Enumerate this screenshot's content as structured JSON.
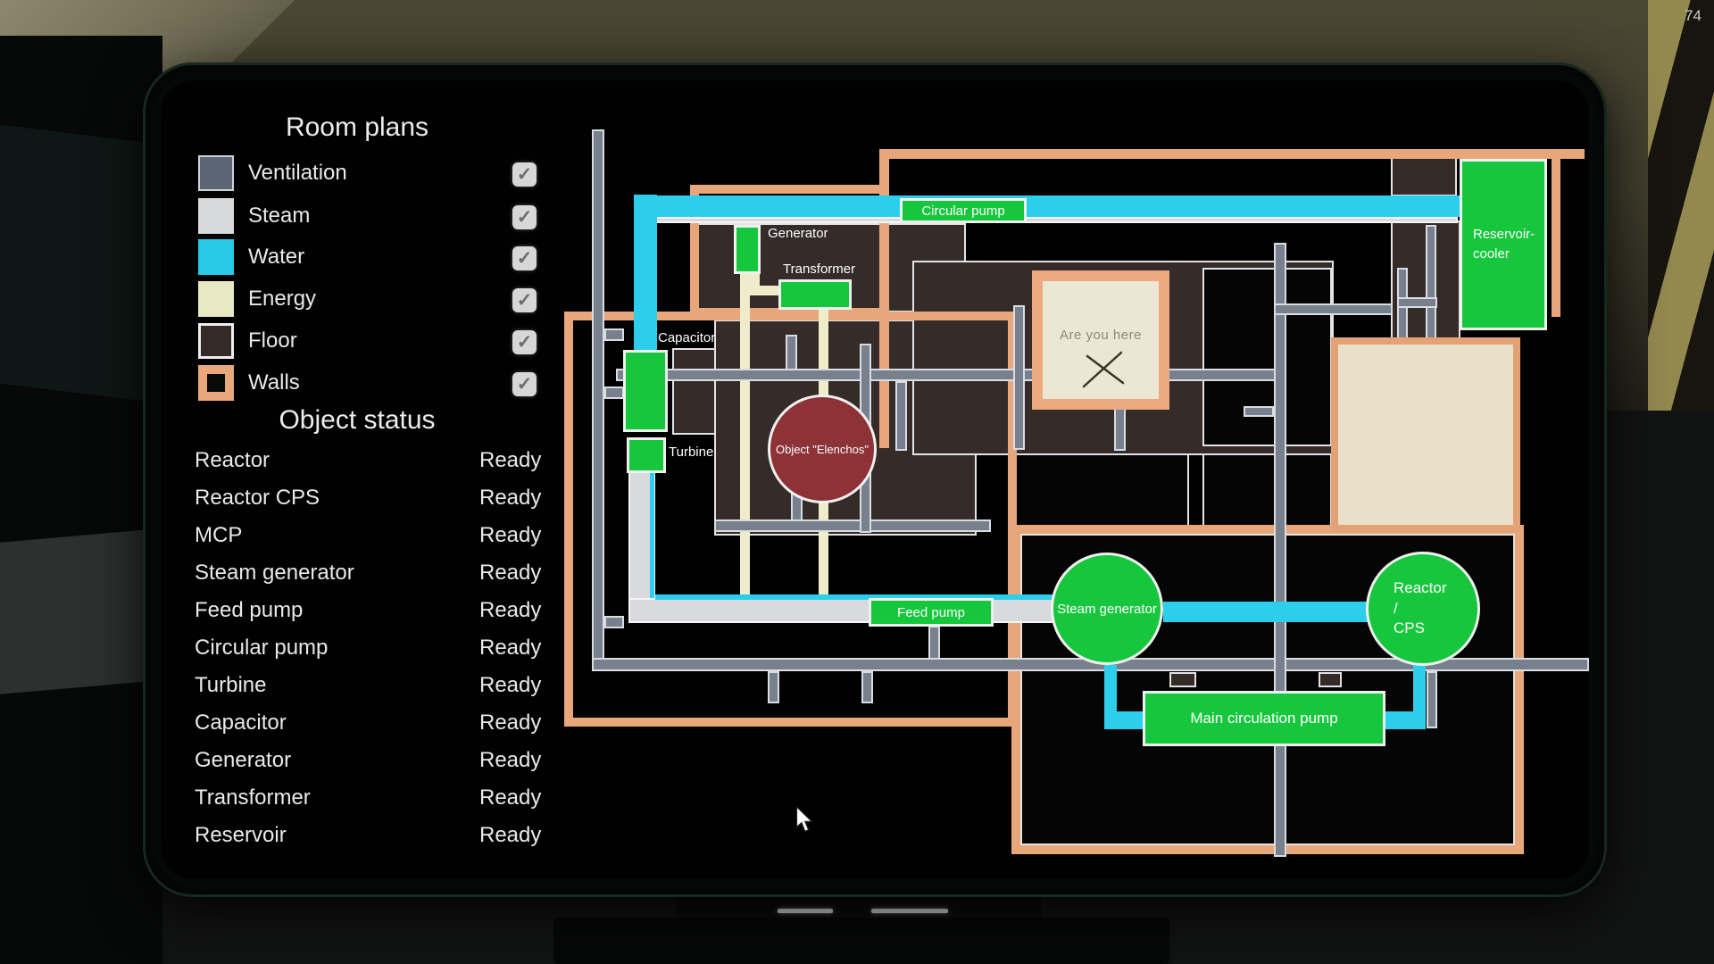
{
  "fps_counter": "74",
  "room_plans": {
    "title": "Room plans",
    "check_glyph": "✓",
    "legend": [
      {
        "label": "Ventilation",
        "color": "#5c6575",
        "checked": true
      },
      {
        "label": "Steam",
        "color": "#d7d9dd",
        "checked": true
      },
      {
        "label": "Water",
        "color": "#28c8e8",
        "checked": true
      },
      {
        "label": "Energy",
        "color": "#e9e8c4",
        "checked": true
      },
      {
        "label": "Floor",
        "color": "#342b29",
        "checked": true
      },
      {
        "label": "Walls",
        "color": "#e8a87c",
        "checked": true
      }
    ]
  },
  "object_status": {
    "title": "Object status",
    "items": [
      {
        "name": "Reactor",
        "status": "Ready"
      },
      {
        "name": "Reactor CPS",
        "status": "Ready"
      },
      {
        "name": "MCP",
        "status": "Ready"
      },
      {
        "name": "Steam generator",
        "status": "Ready"
      },
      {
        "name": "Feed pump",
        "status": "Ready"
      },
      {
        "name": "Circular pump",
        "status": "Ready"
      },
      {
        "name": "Turbine",
        "status": "Ready"
      },
      {
        "name": "Capacitor",
        "status": "Ready"
      },
      {
        "name": "Generator",
        "status": "Ready"
      },
      {
        "name": "Transformer",
        "status": "Ready"
      },
      {
        "name": "Reservoir",
        "status": "Ready"
      }
    ]
  },
  "map": {
    "circular_pump": "Circular pump",
    "generator": "Generator",
    "transformer": "Transformer",
    "capacitor": "Capacitor",
    "turbine": "Turbine",
    "feed_pump": "Feed pump",
    "steam_generator": "Steam generator",
    "reactor_cps_line1": "Reactor",
    "reactor_cps_line2": "/",
    "reactor_cps_line3": "CPS",
    "main_circulation_pump": "Main circulation pump",
    "reservoir_cooler": "Reservoir-cooler",
    "object_elenchos": "Object \"Elenchos\"",
    "are_you_here": "Are you here",
    "colors": {
      "water": "#2dcdec",
      "steam": "#d8dade",
      "ventilation": "#78808e",
      "energy": "#efeccb",
      "floor": "#352b29",
      "walls": "#e7a77b",
      "equipment_green": "#16c73d",
      "alert_red": "#8d3236",
      "room_beige": "#e9e0c9"
    }
  }
}
